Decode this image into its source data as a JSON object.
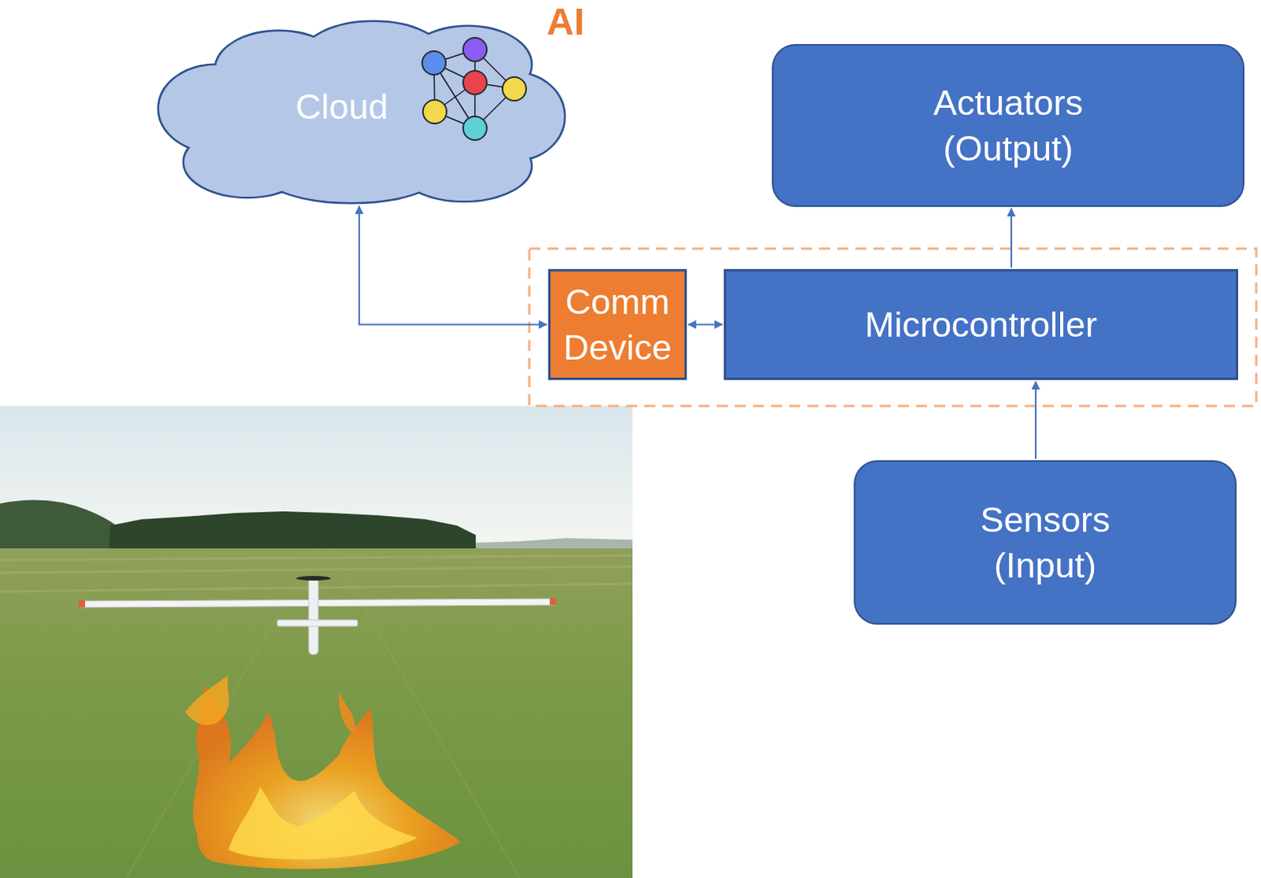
{
  "diagram": {
    "nodes": [
      {
        "text": [
          "Cloud"
        ]
      },
      {
        "text": [
          "Actuators (Output)"
        ]
      },
      {
        "text": [
          "Comm Device"
        ]
      },
      {
        "text": [
          "Microcontroller"
        ]
      },
      {
        "text": [
          "Sensors (Input)"
        ]
      }
    ],
    "edges": [
      {
        "from": 0,
        "to": 2,
        "arrow": "both"
      },
      {
        "from": 2,
        "to": 3,
        "arrow": "both"
      },
      {
        "from": 3,
        "to": 1,
        "arrow": "to"
      },
      {
        "from": 4,
        "to": 3,
        "arrow": "to"
      }
    ],
    "labels": [
      "AI"
    ]
  }
}
